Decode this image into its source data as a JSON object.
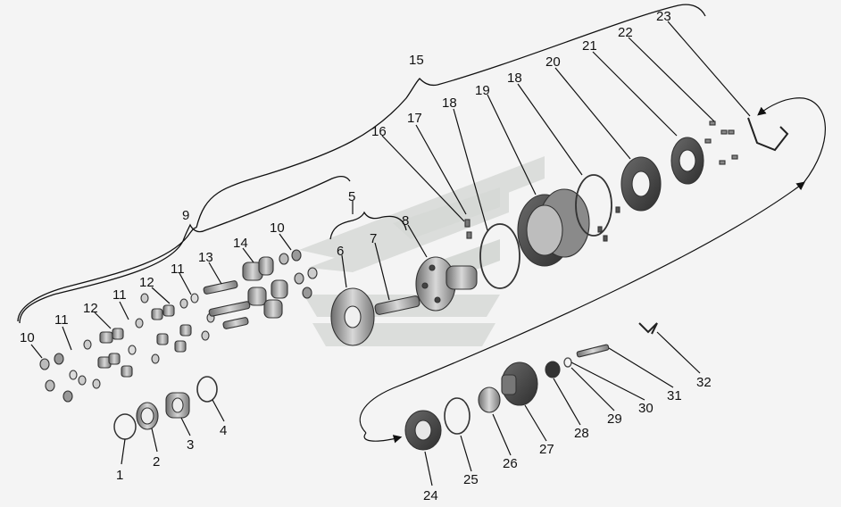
{
  "diagram": {
    "callouts": [
      "1",
      "2",
      "3",
      "4",
      "5",
      "6",
      "7",
      "8",
      "9",
      "10",
      "10",
      "11",
      "11",
      "11",
      "12",
      "12",
      "13",
      "14",
      "15",
      "16",
      "17",
      "18",
      "18",
      "19",
      "20",
      "21",
      "22",
      "23",
      "24",
      "25",
      "26",
      "27",
      "28",
      "29",
      "30",
      "31",
      "32"
    ]
  },
  "colors": {
    "background": "#f4f4f4",
    "watermark": "#d3d6d3",
    "part_dark": "#4a4a4a",
    "part_mid": "#8c8c8c",
    "part_light": "#c9c9c9",
    "line": "#111111"
  }
}
